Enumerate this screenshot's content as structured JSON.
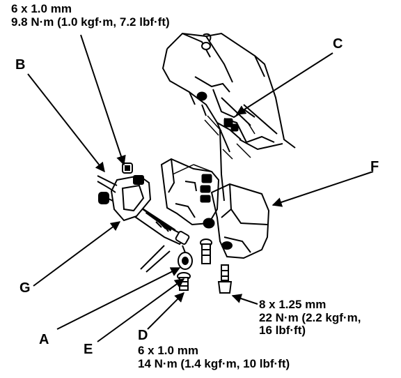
{
  "callouts": {
    "top_spec": {
      "size": "6 x 1.0 mm",
      "torque": "9.8 N·m (1.0 kgf·m, 7.2 lbf·ft)"
    },
    "right_spec": {
      "size": "8 x 1.25 mm",
      "torque_line1": "22 N·m (2.2 kgf·m,",
      "torque_line2": "16 lbf·ft)"
    },
    "bottom_spec": {
      "size": "6 x 1.0 mm",
      "torque": "14 N·m (1.4 kgf·m, 10 lbf·ft)"
    }
  },
  "labels": {
    "a": "A",
    "b": "B",
    "c": "C",
    "d": "D",
    "e": "E",
    "f": "F",
    "g": "G"
  },
  "colors": {
    "ink": "#000000",
    "paper": "#ffffff"
  }
}
